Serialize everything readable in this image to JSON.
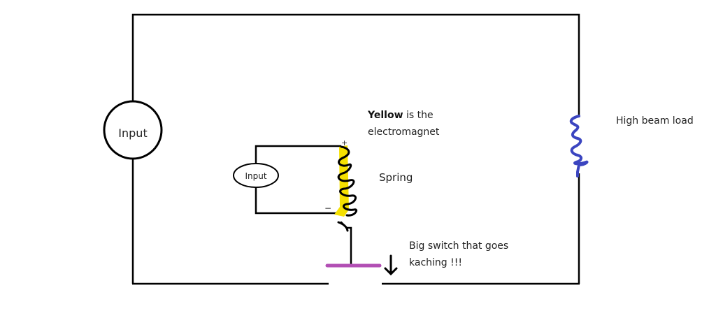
{
  "diagram": {
    "main_source_label": "Input",
    "control_source_label": "Input",
    "yellow_note_bold": "Yellow",
    "yellow_note_rest_line1": " is the",
    "yellow_note_line2": "electromagnet",
    "spring_label": "Spring",
    "load_label": "High beam load",
    "switch_label_line1": "Big switch that goes",
    "switch_label_line2": "kaching !!!",
    "plus_sign": "+",
    "minus_sign": "−",
    "colors": {
      "wire": "#000000",
      "electromagnet": "#f5e000",
      "load": "#3b45c0",
      "switch": "#b24fb4"
    }
  }
}
